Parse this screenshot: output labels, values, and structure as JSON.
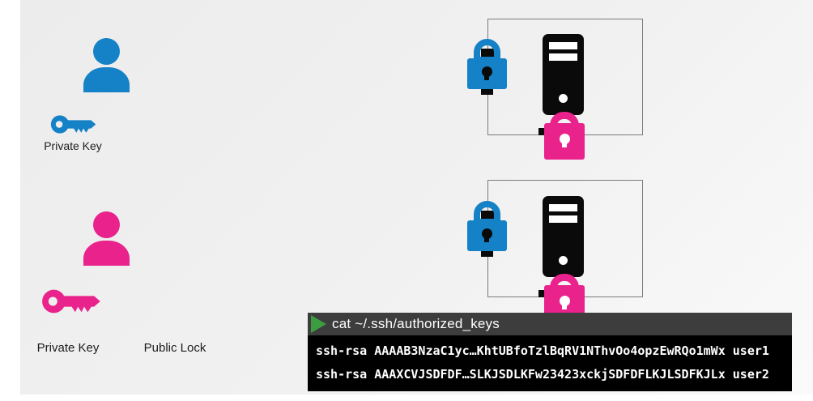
{
  "colors": {
    "blue": "#1581c6",
    "pink": "#e9228c",
    "black": "#0a0a0a",
    "box_border": "#7b7b7b",
    "terminal_header_bg": "#3d3d3d",
    "terminal_body_bg": "#000000",
    "terminal_text": "#ffffff",
    "prompt_green": "#3d9e41",
    "background": "#f0f0f0"
  },
  "left_panel": {
    "top_user": {
      "key_label": "Private Key"
    },
    "bottom_user": {
      "key_label": "Private Key",
      "lock_label": "Public Lock"
    }
  },
  "icons": {
    "top_user": "person-icon (blue)",
    "top_key": "key-icon (blue)",
    "bottom_user": "person-icon (pink)",
    "bottom_key": "key-icon (pink)",
    "servers": "server-tower-icon (black) x2",
    "locks": "padlock-icon blue x2, padlock-icon pink x2",
    "prompt": "play-triangle-icon (green)"
  },
  "terminal": {
    "command": "cat ~/.ssh/authorized_keys",
    "output_lines": [
      "ssh-rsa AAAAB3NzaC1yc…KhtUBfoTzlBqRV1NThvOo4opzEwRQo1mWx user1",
      "ssh-rsa AAAXCVJSDFDF…SLKJSDLKFw23423xckjSDFDFLKJLSDFKJLx user2"
    ]
  }
}
